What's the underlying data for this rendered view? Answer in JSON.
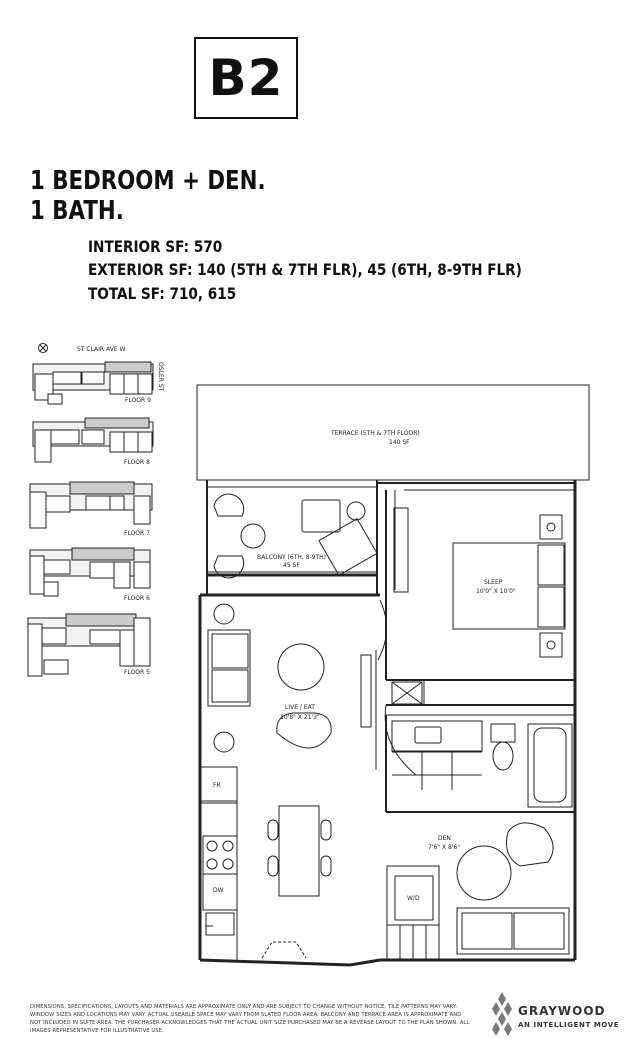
{
  "unit": {
    "code": "B2"
  },
  "headline": {
    "line1": "1 BEDROOM + DEN.",
    "line2": "1 BATH."
  },
  "areas": {
    "interior": "INTERIOR SF: 570",
    "exterior": "EXTERIOR SF: 140 (5TH & 7TH FLR), 45 (6TH, 8-9TH FLR)",
    "total": "TOTAL SF: 710, 615"
  },
  "keyplan": {
    "street_top": "ST CLAIR AVE W",
    "street_side": "OSLER ST",
    "floors": [
      "FLOOR 9",
      "FLOOR 8",
      "FLOOR 7",
      "FLOOR 6",
      "FLOOR 5"
    ]
  },
  "rooms": {
    "terrace_name": "TERRACE (5TH & 7TH FLOOR)",
    "terrace_area": "140 SF",
    "balcony_name": "BALCONY (6TH, 8-9TH)",
    "balcony_area": "45 SF",
    "sleep_name": "SLEEP",
    "sleep_dim": "10'0\" X 10'0\"",
    "live_name": "LIVE / EAT",
    "live_dim": "10'8\" X 21'3\"",
    "den_name": "DEN",
    "den_dim": "7'6\" X 8'6\"",
    "fr": "FR",
    "dw": "DW",
    "wd": "W/D"
  },
  "disclaimer": "DIMENSIONS, SPECIFICATIONS, LAYOUTS AND MATERIALS ARE APPROXIMATE ONLY AND ARE SUBJECT TO CHANGE WITHOUT NOTICE. TILE PATTERNS MAY VARY. WINDOW SIZES AND LOCATIONS MAY VARY. ACTUAL USEABLE SPACE MAY VARY FROM SLATED FLOOR AREA. BALCONY AND TERRACE AREA IS APPROXIMATE AND NOT INCLUDED IN SUITE AREA. THE PURCHASER ACKNOWLEDGES THAT THE ACTUAL UNIT SIZE PURCHASED MAY BE A REVERSE LAYOUT TO THE PLAN SHOWN. ALL IMAGES REPRESENTATIVE FOR ILLUSTRATIVE USE.",
  "brand": {
    "name": "GRAYWOOD",
    "tagline": "AN INTELLIGENT MOVE"
  }
}
